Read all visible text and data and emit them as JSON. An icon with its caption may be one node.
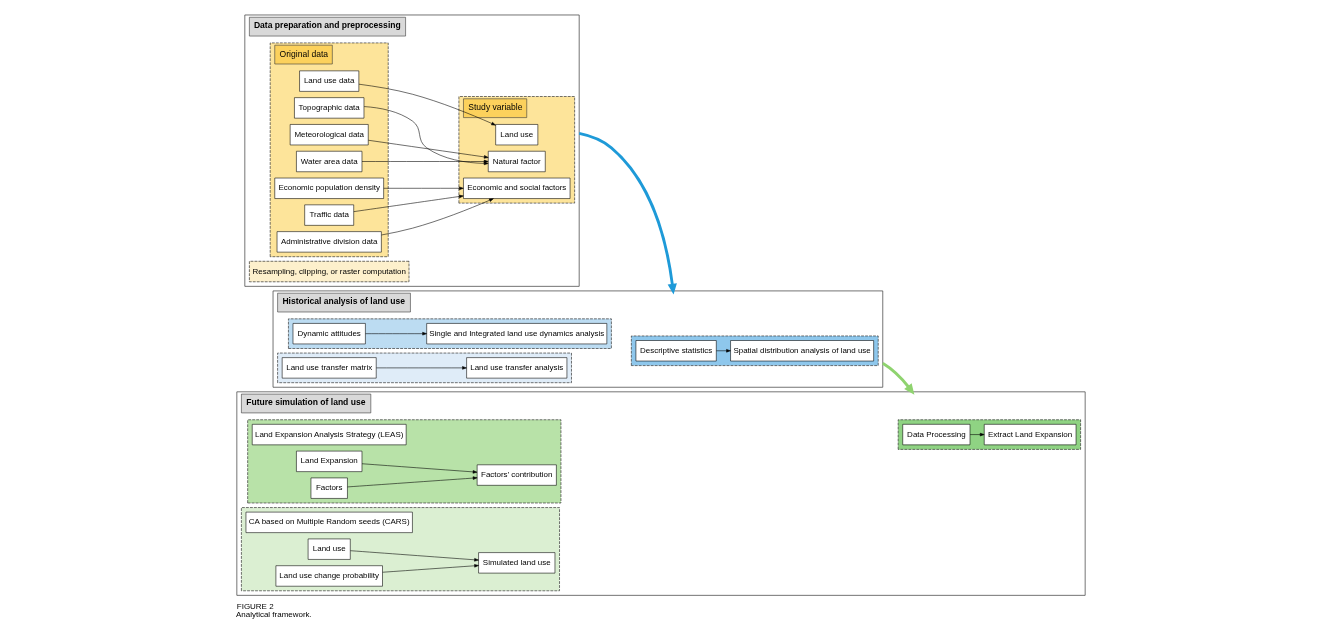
{
  "diagram": {
    "title": "FIGURE 2",
    "caption": "Analytical framework.",
    "nodes": [
      {
        "text": [
          "Data preparation and preprocessing"
        ]
      },
      {
        "text": [
          "Original data"
        ],
        "in": 0
      },
      {
        "text": [
          "Land use data"
        ],
        "in": 1
      },
      {
        "text": [
          "Topographic data"
        ],
        "in": 1
      },
      {
        "text": [
          "Meteorological data"
        ],
        "in": 1
      },
      {
        "text": [
          "Water area data"
        ],
        "in": 1
      },
      {
        "text": [
          "Economic population density"
        ],
        "in": 1
      },
      {
        "text": [
          "Traffic data"
        ],
        "in": 1
      },
      {
        "text": [
          "Administrative division data"
        ],
        "in": 1
      },
      {
        "text": [
          "Study variable"
        ],
        "in": 0
      },
      {
        "text": [
          "Land use"
        ],
        "in": 9
      },
      {
        "text": [
          "Natural factor"
        ],
        "in": 9
      },
      {
        "text": [
          "Economic and social factors"
        ],
        "in": 9
      },
      {
        "text": [
          "Resampling, clipping, or raster computation"
        ],
        "in": 0
      },
      {
        "text": [
          "Historical analysis of land use"
        ]
      },
      {
        "text": [],
        "shape": "box",
        "in": 14
      },
      {
        "text": [
          "Descriptive statistics"
        ],
        "in": 15
      },
      {
        "text": [
          "Spatial distribution analysis of land use"
        ],
        "in": 15
      },
      {
        "text": [],
        "shape": "box",
        "in": 14
      },
      {
        "text": [
          "Dynamic attitudes"
        ],
        "in": 18
      },
      {
        "text": [
          "Single and Integrated land use dynamics analysis"
        ],
        "in": 18
      },
      {
        "text": [],
        "shape": "box",
        "in": 14
      },
      {
        "text": [
          "Land use transfer matrix"
        ],
        "in": 21
      },
      {
        "text": [
          "Land use transfer analysis"
        ],
        "in": 21
      },
      {
        "text": [
          "Future simulation of land use"
        ]
      },
      {
        "text": [],
        "shape": "box",
        "in": 24
      },
      {
        "text": [
          "Data Processing"
        ],
        "in": 25
      },
      {
        "text": [
          "Extract Land Expansion"
        ],
        "in": 25
      },
      {
        "text": [],
        "shape": "box",
        "in": 24
      },
      {
        "text": [
          "Land Expansion Analysis Strategy (LEAS)"
        ],
        "in": 28
      },
      {
        "text": [
          "Land Expansion"
        ],
        "in": 28
      },
      {
        "text": [
          "Factors"
        ],
        "in": 28
      },
      {
        "text": [
          "Factors’ contribution"
        ],
        "in": 28
      },
      {
        "text": [],
        "shape": "box",
        "in": 24
      },
      {
        "text": [
          "CA based on Multiple Random seeds (CARS)"
        ],
        "in": 33
      },
      {
        "text": [
          "Land use"
        ],
        "in": 33
      },
      {
        "text": [
          "Land use change probability"
        ],
        "in": 33
      },
      {
        "text": [
          "Simulated land use"
        ],
        "in": 33
      }
    ],
    "edges": [
      {
        "from": 2,
        "to": 10,
        "arrow": "to"
      },
      {
        "from": 3,
        "to": 11,
        "arrow": "to"
      },
      {
        "from": 4,
        "to": 11,
        "arrow": "to"
      },
      {
        "from": 5,
        "to": 11,
        "arrow": "to"
      },
      {
        "from": 6,
        "to": 12,
        "arrow": "to"
      },
      {
        "from": 7,
        "to": 12,
        "arrow": "to"
      },
      {
        "from": 8,
        "to": 12,
        "arrow": "to"
      },
      {
        "from": 0,
        "to": 14,
        "arrow": "to",
        "style": "thick",
        "color": "#1e9ad8"
      },
      {
        "from": 14,
        "to": 24,
        "arrow": "to",
        "style": "thick",
        "color": "#8fd36f"
      },
      {
        "from": 16,
        "to": 17,
        "arrow": "to"
      },
      {
        "from": 19,
        "to": 20,
        "arrow": "to"
      },
      {
        "from": 22,
        "to": 23,
        "arrow": "to"
      },
      {
        "from": 26,
        "to": 27,
        "arrow": "to"
      },
      {
        "from": 30,
        "to": 32,
        "arrow": "to"
      },
      {
        "from": 31,
        "to": 32,
        "arrow": "to"
      },
      {
        "from": 35,
        "to": 37,
        "arrow": "to"
      },
      {
        "from": 36,
        "to": 37,
        "arrow": "to"
      }
    ]
  }
}
